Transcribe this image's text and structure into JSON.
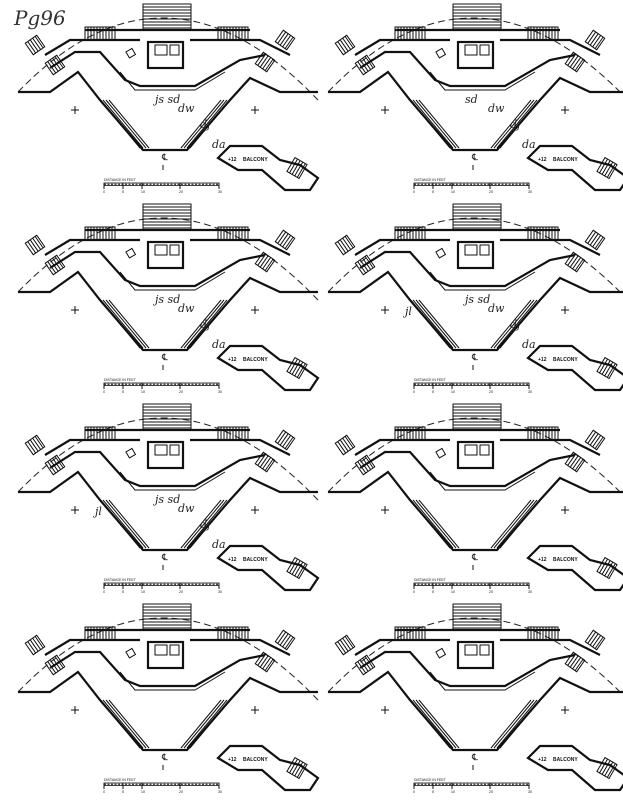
{
  "page_label": "Pg96",
  "plan": {
    "balcony_label": "BALCONY",
    "elevation_label": "+12",
    "centerline_label": "℄",
    "scale_title": "DISTANCE IN FEET",
    "scale_ticks": [
      "0",
      "5",
      "10",
      "20",
      "30"
    ]
  },
  "panels": [
    {
      "notes": [
        "js sd",
        "dw",
        "dj",
        "da"
      ]
    },
    {
      "notes": [
        "sd",
        "dw",
        "dj",
        "da"
      ]
    },
    {
      "notes": [
        "js sd",
        "dw",
        "dj",
        "da"
      ]
    },
    {
      "notes": [
        "js sd",
        "dw",
        "dj",
        "da",
        "jl"
      ]
    },
    {
      "notes": [
        "js sd",
        "dw",
        "dj",
        "da",
        "jl"
      ]
    },
    {
      "notes": []
    },
    {
      "notes": []
    },
    {
      "notes": []
    }
  ]
}
